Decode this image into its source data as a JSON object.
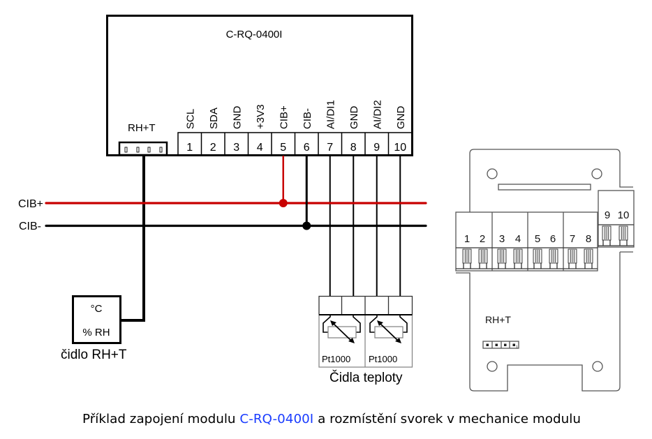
{
  "module": {
    "name": "C-RQ-0400I",
    "rh_t_label": "RH+T",
    "terminals": [
      {
        "num": "1",
        "label": "SCL"
      },
      {
        "num": "2",
        "label": "SDA"
      },
      {
        "num": "3",
        "label": "GND"
      },
      {
        "num": "4",
        "label": "+3V3"
      },
      {
        "num": "5",
        "label": "CIB+"
      },
      {
        "num": "6",
        "label": "CIB-"
      },
      {
        "num": "7",
        "label": "AI/DI1"
      },
      {
        "num": "8",
        "label": "GND"
      },
      {
        "num": "9",
        "label": "AI/DI2"
      },
      {
        "num": "10",
        "label": "GND"
      }
    ]
  },
  "bus": {
    "cib_plus": "CIB+",
    "cib_minus": "CIB-"
  },
  "colors": {
    "cib_plus_wire": "#c80000",
    "caption_highlight": "#1a3cff"
  },
  "rh_sensor": {
    "line1": "°C",
    "line2": "% RH",
    "caption": "čidlo RH+T"
  },
  "temp_sensors": {
    "items": [
      {
        "label": "Pt1000"
      },
      {
        "label": "Pt1000"
      }
    ],
    "caption": "Čidla teploty"
  },
  "board": {
    "terminal_numbers": [
      "1",
      "2",
      "3",
      "4",
      "5",
      "6",
      "7",
      "8",
      "9",
      "10"
    ],
    "rh_t_label": "RH+T",
    "pin1_marker": "1"
  },
  "caption": {
    "part1": "Příklad zapojení modulu ",
    "highlight": "C-RQ-0400I",
    "part2": " a rozmístění svorek v mechanice modulu"
  }
}
